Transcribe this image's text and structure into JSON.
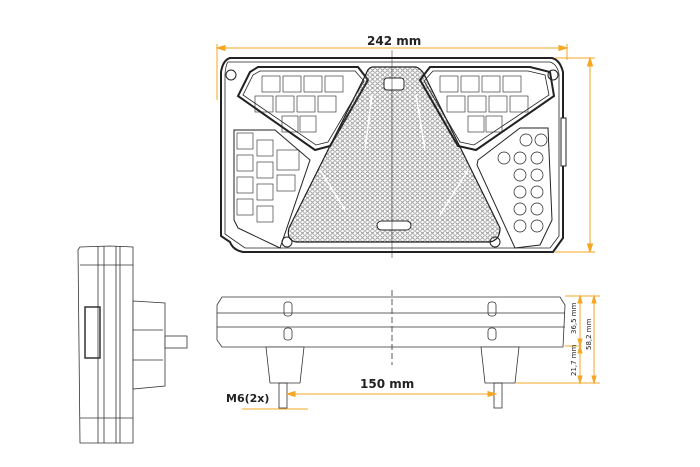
{
  "drawing": {
    "title": "Rear lamp technical drawing",
    "dimension_color": "#F5A623",
    "line_color": "#222222",
    "views": [
      "front",
      "side",
      "bottom"
    ],
    "dimensions": {
      "width": "242 mm",
      "mount_spacing": "150 mm",
      "thread": "M6(2x)",
      "depth_body": "36,5 mm",
      "depth_total": "58,2 mm",
      "stud_length": "21,7 mm"
    }
  }
}
